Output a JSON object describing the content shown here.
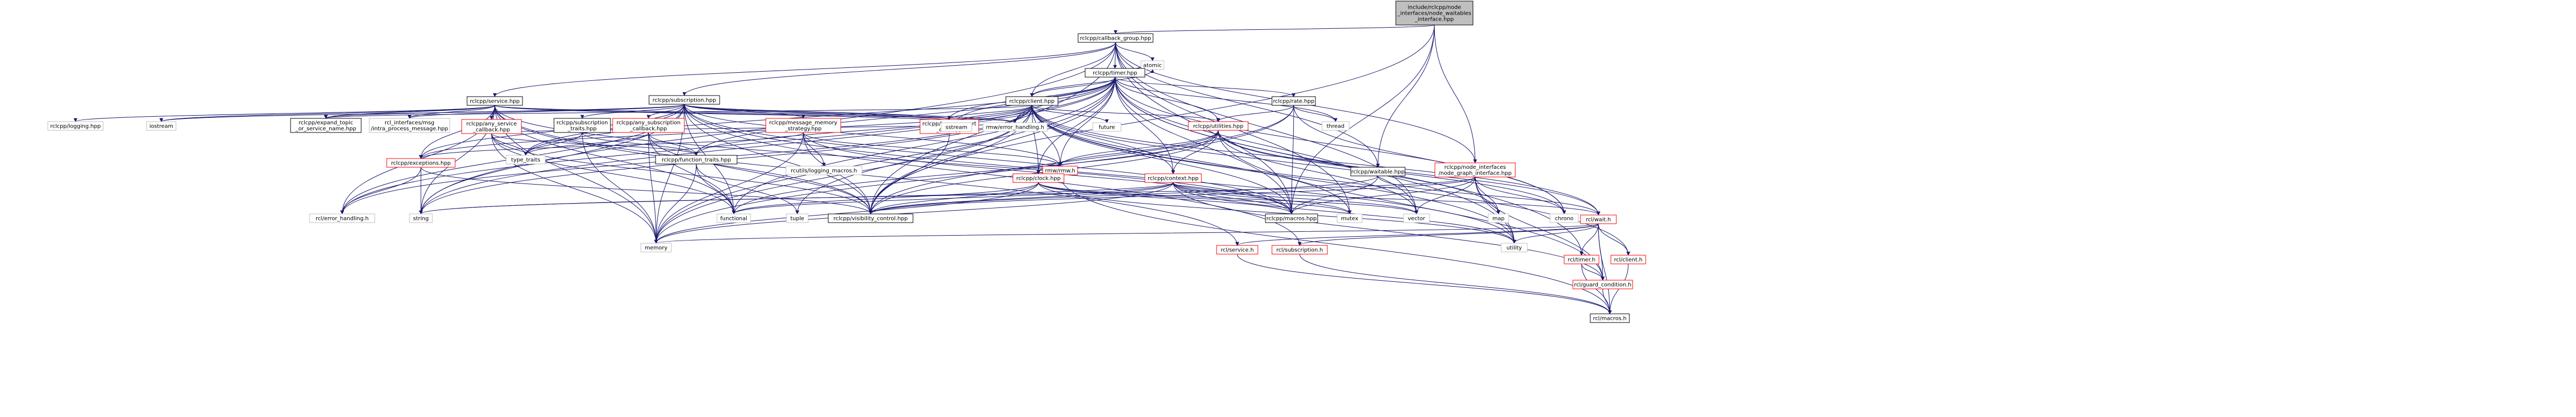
{
  "title": "",
  "colors": {
    "root_fill": "#bfbfbf",
    "root_stroke": "#000000",
    "internal_stroke": "#000000",
    "external_stroke": "#bfbfbf",
    "missing_stroke": "#ff0000",
    "edge": "#191970"
  },
  "nodes": [
    {
      "id": "root",
      "kind": "root",
      "lines": [
        "include/rclcpp/node",
        "_interfaces/node_waitables",
        "_interface.hpp"
      ]
    },
    {
      "id": "callback_group",
      "kind": "internal",
      "lines": [
        "rclcpp/callback_group.hpp"
      ]
    },
    {
      "id": "atomic",
      "kind": "external",
      "lines": [
        "atomic"
      ]
    },
    {
      "id": "timer",
      "kind": "internal",
      "lines": [
        "rclcpp/timer.hpp"
      ]
    },
    {
      "id": "service",
      "kind": "internal",
      "lines": [
        "rclcpp/service.hpp"
      ]
    },
    {
      "id": "subscription",
      "kind": "internal",
      "lines": [
        "rclcpp/subscription.hpp"
      ]
    },
    {
      "id": "client",
      "kind": "internal",
      "lines": [
        "rclcpp/client.hpp"
      ]
    },
    {
      "id": "rate",
      "kind": "internal",
      "lines": [
        "rclcpp/rate.hpp"
      ]
    },
    {
      "id": "logging",
      "kind": "external",
      "lines": [
        "rclcpp/logging.hpp"
      ]
    },
    {
      "id": "iostream",
      "kind": "external",
      "lines": [
        "iostream"
      ]
    },
    {
      "id": "expand_topic",
      "kind": "internal",
      "lines": [
        "rclcpp/expand_topic",
        "_or_service_name.hpp"
      ]
    },
    {
      "id": "intra_msg",
      "kind": "external",
      "lines": [
        "rcl_interfaces/msg",
        "/intra_process_message.hpp"
      ]
    },
    {
      "id": "any_service_cb",
      "kind": "missing",
      "lines": [
        "rclcpp/any_service",
        "_callback.hpp"
      ]
    },
    {
      "id": "sub_traits",
      "kind": "internal",
      "lines": [
        "rclcpp/subscription",
        "_traits.hpp"
      ]
    },
    {
      "id": "any_sub_cb",
      "kind": "missing",
      "lines": [
        "rclcpp/any_subscription",
        "_callback.hpp"
      ]
    },
    {
      "id": "msg_mem_strategy",
      "kind": "missing",
      "lines": [
        "rclcpp/message_memory",
        "_strategy.hpp"
      ]
    },
    {
      "id": "type_support_decl",
      "kind": "missing",
      "lines": [
        "rclcpp/type_support",
        "_decl.hpp"
      ]
    },
    {
      "id": "sstream",
      "kind": "external",
      "lines": [
        "sstream"
      ]
    },
    {
      "id": "rmw_error",
      "kind": "external",
      "lines": [
        "rmw/error_handling.h"
      ]
    },
    {
      "id": "future",
      "kind": "external",
      "lines": [
        "future"
      ]
    },
    {
      "id": "utilities",
      "kind": "missing",
      "lines": [
        "rclcpp/utilities.hpp"
      ]
    },
    {
      "id": "thread",
      "kind": "external",
      "lines": [
        "thread"
      ]
    },
    {
      "id": "rmw_rmw",
      "kind": "missing",
      "lines": [
        "rmw/rmw.h"
      ]
    },
    {
      "id": "exceptions",
      "kind": "missing",
      "lines": [
        "rclcpp/exceptions.hpp"
      ]
    },
    {
      "id": "type_traits",
      "kind": "external",
      "lines": [
        "type_traits"
      ]
    },
    {
      "id": "function_traits",
      "kind": "internal",
      "lines": [
        "rclcpp/function_traits.hpp"
      ]
    },
    {
      "id": "rcutils_logging_macros",
      "kind": "external",
      "lines": [
        "rcutils/logging_macros.h"
      ]
    },
    {
      "id": "clock",
      "kind": "missing",
      "lines": [
        "rclcpp/clock.hpp"
      ]
    },
    {
      "id": "context",
      "kind": "missing",
      "lines": [
        "rclcpp/context.hpp"
      ]
    },
    {
      "id": "waitable",
      "kind": "internal",
      "lines": [
        "rclcpp/waitable.hpp"
      ]
    },
    {
      "id": "node_graph",
      "kind": "missing",
      "lines": [
        "rclcpp/node_interfaces",
        "/node_graph_interface.hpp"
      ]
    },
    {
      "id": "rcl_error",
      "kind": "external",
      "lines": [
        "rcl/error_handling.h"
      ]
    },
    {
      "id": "string",
      "kind": "external",
      "lines": [
        "string"
      ]
    },
    {
      "id": "tuple",
      "kind": "external",
      "lines": [
        "tuple"
      ]
    },
    {
      "id": "functional",
      "kind": "external",
      "lines": [
        "functional"
      ]
    },
    {
      "id": "visibility",
      "kind": "internal",
      "lines": [
        "rclcpp/visibility_control.hpp"
      ]
    },
    {
      "id": "macros",
      "kind": "internal",
      "lines": [
        "rclcpp/macros.hpp"
      ]
    },
    {
      "id": "mutex",
      "kind": "external",
      "lines": [
        "mutex"
      ]
    },
    {
      "id": "vector",
      "kind": "external",
      "lines": [
        "vector"
      ]
    },
    {
      "id": "map",
      "kind": "external",
      "lines": [
        "map"
      ]
    },
    {
      "id": "chrono",
      "kind": "external",
      "lines": [
        "chrono"
      ]
    },
    {
      "id": "rcl_wait",
      "kind": "missing",
      "lines": [
        "rcl/wait.h"
      ]
    },
    {
      "id": "utility",
      "kind": "external",
      "lines": [
        "utility"
      ]
    },
    {
      "id": "memory",
      "kind": "external",
      "lines": [
        "memory"
      ]
    },
    {
      "id": "rcl_service",
      "kind": "missing",
      "lines": [
        "rcl/service.h"
      ]
    },
    {
      "id": "rcl_subscription",
      "kind": "missing",
      "lines": [
        "rcl/subscription.h"
      ]
    },
    {
      "id": "rcl_timer",
      "kind": "missing",
      "lines": [
        "rcl/timer.h"
      ]
    },
    {
      "id": "rcl_client",
      "kind": "missing",
      "lines": [
        "rcl/client.h"
      ]
    },
    {
      "id": "rcl_guard",
      "kind": "missing",
      "lines": [
        "rcl/guard_condition.h"
      ]
    },
    {
      "id": "rcl_macros",
      "kind": "internal",
      "lines": [
        "rcl/macros.h"
      ]
    }
  ],
  "edges": [
    [
      "root",
      "callback_group"
    ],
    [
      "root",
      "visibility"
    ],
    [
      "root",
      "waitable"
    ],
    [
      "root",
      "node_graph"
    ],
    [
      "root",
      "macros"
    ],
    [
      "callback_group",
      "atomic"
    ],
    [
      "callback_group",
      "timer"
    ],
    [
      "callback_group",
      "service"
    ],
    [
      "callback_group",
      "subscription"
    ],
    [
      "callback_group",
      "client"
    ],
    [
      "callback_group",
      "waitable"
    ],
    [
      "callback_group",
      "string"
    ],
    [
      "callback_group",
      "vector"
    ],
    [
      "callback_group",
      "mutex"
    ],
    [
      "callback_group",
      "visibility"
    ],
    [
      "callback_group",
      "macros"
    ],
    [
      "callback_group",
      "node_graph"
    ],
    [
      "timer",
      "client"
    ],
    [
      "timer",
      "rate"
    ],
    [
      "timer",
      "utilities"
    ],
    [
      "timer",
      "context"
    ],
    [
      "timer",
      "clock"
    ],
    [
      "timer",
      "rmw_rmw"
    ],
    [
      "timer",
      "sstream"
    ],
    [
      "timer",
      "rmw_error"
    ],
    [
      "timer",
      "type_support_decl"
    ],
    [
      "timer",
      "function_traits"
    ],
    [
      "timer",
      "rcl_error"
    ],
    [
      "timer",
      "thread"
    ],
    [
      "timer",
      "chrono"
    ],
    [
      "timer",
      "rcl_timer"
    ],
    [
      "timer",
      "functional"
    ],
    [
      "timer",
      "memory"
    ],
    [
      "timer",
      "utility"
    ],
    [
      "timer",
      "vector"
    ],
    [
      "timer",
      "visibility"
    ],
    [
      "timer",
      "macros"
    ],
    [
      "timer",
      "type_traits"
    ],
    [
      "timer",
      "atomic"
    ],
    [
      "timer",
      "string"
    ],
    [
      "service",
      "logging"
    ],
    [
      "service",
      "iostream"
    ],
    [
      "service",
      "expand_topic"
    ],
    [
      "service",
      "intra_msg"
    ],
    [
      "service",
      "any_service_cb"
    ],
    [
      "service",
      "exceptions"
    ],
    [
      "service",
      "type_support_decl"
    ],
    [
      "service",
      "sstream"
    ],
    [
      "service",
      "rcl_error"
    ],
    [
      "service",
      "rcl_service"
    ],
    [
      "service",
      "functional"
    ],
    [
      "service",
      "memory"
    ],
    [
      "service",
      "string"
    ],
    [
      "service",
      "visibility"
    ],
    [
      "service",
      "macros"
    ],
    [
      "service",
      "rmw_error"
    ],
    [
      "subscription",
      "sub_traits"
    ],
    [
      "subscription",
      "any_sub_cb"
    ],
    [
      "subscription",
      "msg_mem_strategy"
    ],
    [
      "subscription",
      "type_support_decl"
    ],
    [
      "subscription",
      "expand_topic"
    ],
    [
      "subscription",
      "intra_msg"
    ],
    [
      "subscription",
      "exceptions"
    ],
    [
      "subscription",
      "sstream"
    ],
    [
      "subscription",
      "rcl_error"
    ],
    [
      "subscription",
      "rcl_subscription"
    ],
    [
      "subscription",
      "rmw_error"
    ],
    [
      "subscription",
      "type_traits"
    ],
    [
      "subscription",
      "functional"
    ],
    [
      "subscription",
      "memory"
    ],
    [
      "subscription",
      "string"
    ],
    [
      "subscription",
      "visibility"
    ],
    [
      "subscription",
      "macros"
    ],
    [
      "subscription",
      "iostream"
    ],
    [
      "subscription",
      "rmw_rmw"
    ],
    [
      "subscription",
      "utility"
    ],
    [
      "client",
      "future"
    ],
    [
      "client",
      "sstream"
    ],
    [
      "client",
      "rmw_error"
    ],
    [
      "client",
      "utilities"
    ],
    [
      "client",
      "exceptions"
    ],
    [
      "client",
      "function_traits"
    ],
    [
      "client",
      "type_support_decl"
    ],
    [
      "client",
      "expand_topic"
    ],
    [
      "client",
      "rcl_error"
    ],
    [
      "client",
      "rcl_client"
    ],
    [
      "client",
      "rmw_rmw"
    ],
    [
      "client",
      "map"
    ],
    [
      "client",
      "mutex"
    ],
    [
      "client",
      "tuple"
    ],
    [
      "client",
      "utility"
    ],
    [
      "client",
      "memory"
    ],
    [
      "client",
      "string"
    ],
    [
      "client",
      "visibility"
    ],
    [
      "client",
      "macros"
    ],
    [
      "client",
      "atomic"
    ],
    [
      "client",
      "rcl_wait"
    ],
    [
      "client",
      "clock"
    ],
    [
      "client",
      "context"
    ],
    [
      "rate",
      "thread"
    ],
    [
      "rate",
      "chrono"
    ],
    [
      "rate",
      "memory"
    ],
    [
      "rate",
      "utilities"
    ],
    [
      "rate",
      "macros"
    ],
    [
      "rate",
      "visibility"
    ],
    [
      "any_service_cb",
      "function_traits"
    ],
    [
      "any_service_cb",
      "functional"
    ],
    [
      "any_service_cb",
      "memory"
    ],
    [
      "any_service_cb",
      "type_traits"
    ],
    [
      "any_service_cb",
      "rmw_error"
    ],
    [
      "any_service_cb",
      "visibility"
    ],
    [
      "sub_traits",
      "function_traits"
    ],
    [
      "sub_traits",
      "type_traits"
    ],
    [
      "sub_traits",
      "memory"
    ],
    [
      "any_sub_cb",
      "function_traits"
    ],
    [
      "any_sub_cb",
      "functional"
    ],
    [
      "any_sub_cb",
      "memory"
    ],
    [
      "any_sub_cb",
      "type_traits"
    ],
    [
      "any_sub_cb",
      "visibility"
    ],
    [
      "any_sub_cb",
      "stdexcept_placeholder"
    ],
    [
      "msg_mem_strategy",
      "exceptions"
    ],
    [
      "msg_mem_strategy",
      "rcutils_logging_macros"
    ],
    [
      "msg_mem_strategy",
      "memory"
    ],
    [
      "msg_mem_strategy",
      "macros"
    ],
    [
      "msg_mem_strategy",
      "visibility"
    ],
    [
      "msg_mem_strategy",
      "rmw_rmw"
    ],
    [
      "type_support_decl",
      "visibility"
    ],
    [
      "exceptions",
      "rcl_error"
    ],
    [
      "exceptions",
      "string"
    ],
    [
      "exceptions",
      "visibility"
    ],
    [
      "function_traits",
      "functional"
    ],
    [
      "function_traits",
      "memory"
    ],
    [
      "function_traits",
      "tuple"
    ],
    [
      "utilities",
      "context"
    ],
    [
      "utilities",
      "clock"
    ],
    [
      "utilities",
      "visibility"
    ],
    [
      "utilities",
      "functional"
    ],
    [
      "utilities",
      "chrono"
    ],
    [
      "utilities",
      "vector"
    ],
    [
      "utilities",
      "rmw_rmw"
    ],
    [
      "utilities",
      "rcl_guard"
    ],
    [
      "utilities",
      "rcl_wait"
    ],
    [
      "clock",
      "macros"
    ],
    [
      "clock",
      "visibility"
    ],
    [
      "clock",
      "functional"
    ],
    [
      "clock",
      "memory"
    ],
    [
      "clock",
      "mutex"
    ],
    [
      "clock",
      "vector"
    ],
    [
      "clock",
      "rmw_rmw"
    ],
    [
      "clock",
      "utility"
    ],
    [
      "context",
      "macros"
    ],
    [
      "context",
      "visibility"
    ],
    [
      "context",
      "memory"
    ],
    [
      "context",
      "mutex"
    ],
    [
      "context",
      "string"
    ],
    [
      "context",
      "vector"
    ],
    [
      "context",
      "utility"
    ],
    [
      "context",
      "functional"
    ],
    [
      "context",
      "rcl_guard"
    ],
    [
      "context",
      "rcl_wait"
    ],
    [
      "waitable",
      "rcl_wait"
    ],
    [
      "waitable",
      "macros"
    ],
    [
      "waitable",
      "visibility"
    ],
    [
      "node_graph",
      "map"
    ],
    [
      "node_graph",
      "string"
    ],
    [
      "node_graph",
      "utility"
    ],
    [
      "node_graph",
      "vector"
    ],
    [
      "node_graph",
      "chrono"
    ],
    [
      "node_graph",
      "macros"
    ],
    [
      "node_graph",
      "visibility"
    ],
    [
      "node_graph",
      "rcl_guard"
    ],
    [
      "rmw_rmw",
      "rcl_macros"
    ],
    [
      "rcl_wait",
      "rcl_service"
    ],
    [
      "rcl_wait",
      "rcl_subscription"
    ],
    [
      "rcl_wait",
      "rcl_timer"
    ],
    [
      "rcl_wait",
      "rcl_client"
    ],
    [
      "rcl_wait",
      "rcl_guard"
    ],
    [
      "rcl_wait",
      "rcl_macros"
    ],
    [
      "rcl_wait",
      "utility"
    ],
    [
      "rcl_wait",
      "memory"
    ],
    [
      "rcl_service",
      "rcl_macros"
    ],
    [
      "rcl_subscription",
      "rcl_macros"
    ],
    [
      "rcl_timer",
      "rcl_guard"
    ],
    [
      "rcl_timer",
      "rcl_macros"
    ],
    [
      "rcl_client",
      "rcl_macros"
    ],
    [
      "rcl_guard",
      "rcl_macros"
    ]
  ]
}
